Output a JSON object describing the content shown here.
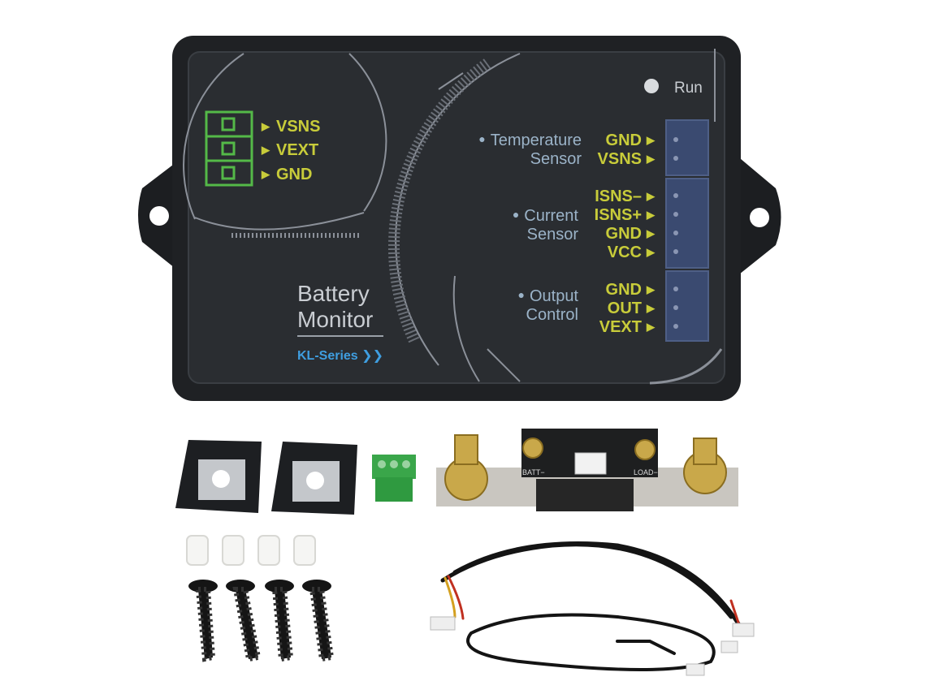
{
  "device": {
    "run_label": "Run",
    "title_line1": "Battery",
    "title_line2": "Monitor",
    "series_label": "KL-Series",
    "series_icon": "double-chevron-right",
    "left_terminal": [
      "VSNS",
      "VEXT",
      "GND"
    ],
    "temperature": {
      "name_line1": "Temperature",
      "name_line2": "Sensor",
      "pins": [
        "GND",
        "VSNS"
      ]
    },
    "current": {
      "name_line1": "Current",
      "name_line2": "Sensor",
      "pins": [
        "ISNS–",
        "ISNS+",
        "GND",
        "VCC"
      ]
    },
    "output": {
      "name_line1": "Output",
      "name_line2": "Control",
      "pins": [
        "GND",
        "OUT",
        "VEXT"
      ]
    },
    "colors": {
      "case": "#1f2124",
      "panel": "#2a2d31",
      "pin_label": "#c8cc3a",
      "port_label": "#9bb3c8",
      "accent": "#3f9ee0",
      "terminal": "#54b948"
    }
  },
  "shunt": {
    "left_label": "BATT−",
    "right_label": "LOAD−"
  },
  "accessories": [
    "spacer",
    "screw",
    "terminal-block",
    "shunt",
    "cable",
    "probe"
  ]
}
